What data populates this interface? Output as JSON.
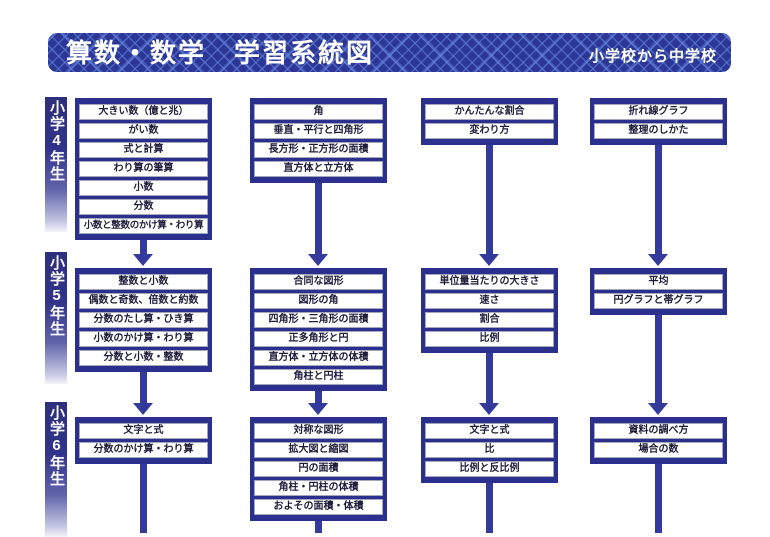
{
  "header": {
    "title": "算数・数学　学習系統図",
    "subtitle": "小学校から中学校"
  },
  "grade_labels": {
    "g4": "小学4年生",
    "g5": "小学5年生",
    "g6": "小学6年生"
  },
  "topics": {
    "g4c1": [
      "大きい数（億と兆）",
      "がい数",
      "式と計算",
      "わり算の筆算",
      "小数",
      "分数",
      "小数と整数のかけ算・わり算"
    ],
    "g4c2": [
      "角",
      "垂直・平行と四角形",
      "長方形・正方形の面積",
      "直方体と立方体"
    ],
    "g4c3": [
      "かんたんな割合",
      "変わり方"
    ],
    "g4c4": [
      "折れ線グラフ",
      "整理のしかた"
    ],
    "g5c1": [
      "整数と小数",
      "偶数と奇数、倍数と約数",
      "分数のたし算・ひき算",
      "小数のかけ算・わり算",
      "分数と小数・整数"
    ],
    "g5c2": [
      "合同な図形",
      "図形の角",
      "四角形・三角形の面積",
      "正多角形と円",
      "直方体・立方体の体積",
      "角柱と円柱"
    ],
    "g5c3": [
      "単位量当たりの大きさ",
      "速さ",
      "割合",
      "比例"
    ],
    "g5c4": [
      "平均",
      "円グラフと帯グラフ"
    ],
    "g6c1": [
      "文字と式",
      "分数のかけ算・わり算"
    ],
    "g6c2": [
      "対称な図形",
      "拡大図と縮図",
      "円の面積",
      "角柱・円柱の体積",
      "およその面積・体積"
    ],
    "g6c3": [
      "文字と式",
      "比",
      "比例と反比例"
    ],
    "g6c4": [
      "資料の調べ方",
      "場合の数"
    ]
  },
  "colors": {
    "group_box": "#2b2f8e",
    "arrow": "#333a9c",
    "header_banner": "#2c3694",
    "header_pattern": "#6487e1",
    "topic_border": "#a4a7ba",
    "topic_text": "#1d1d3a"
  }
}
